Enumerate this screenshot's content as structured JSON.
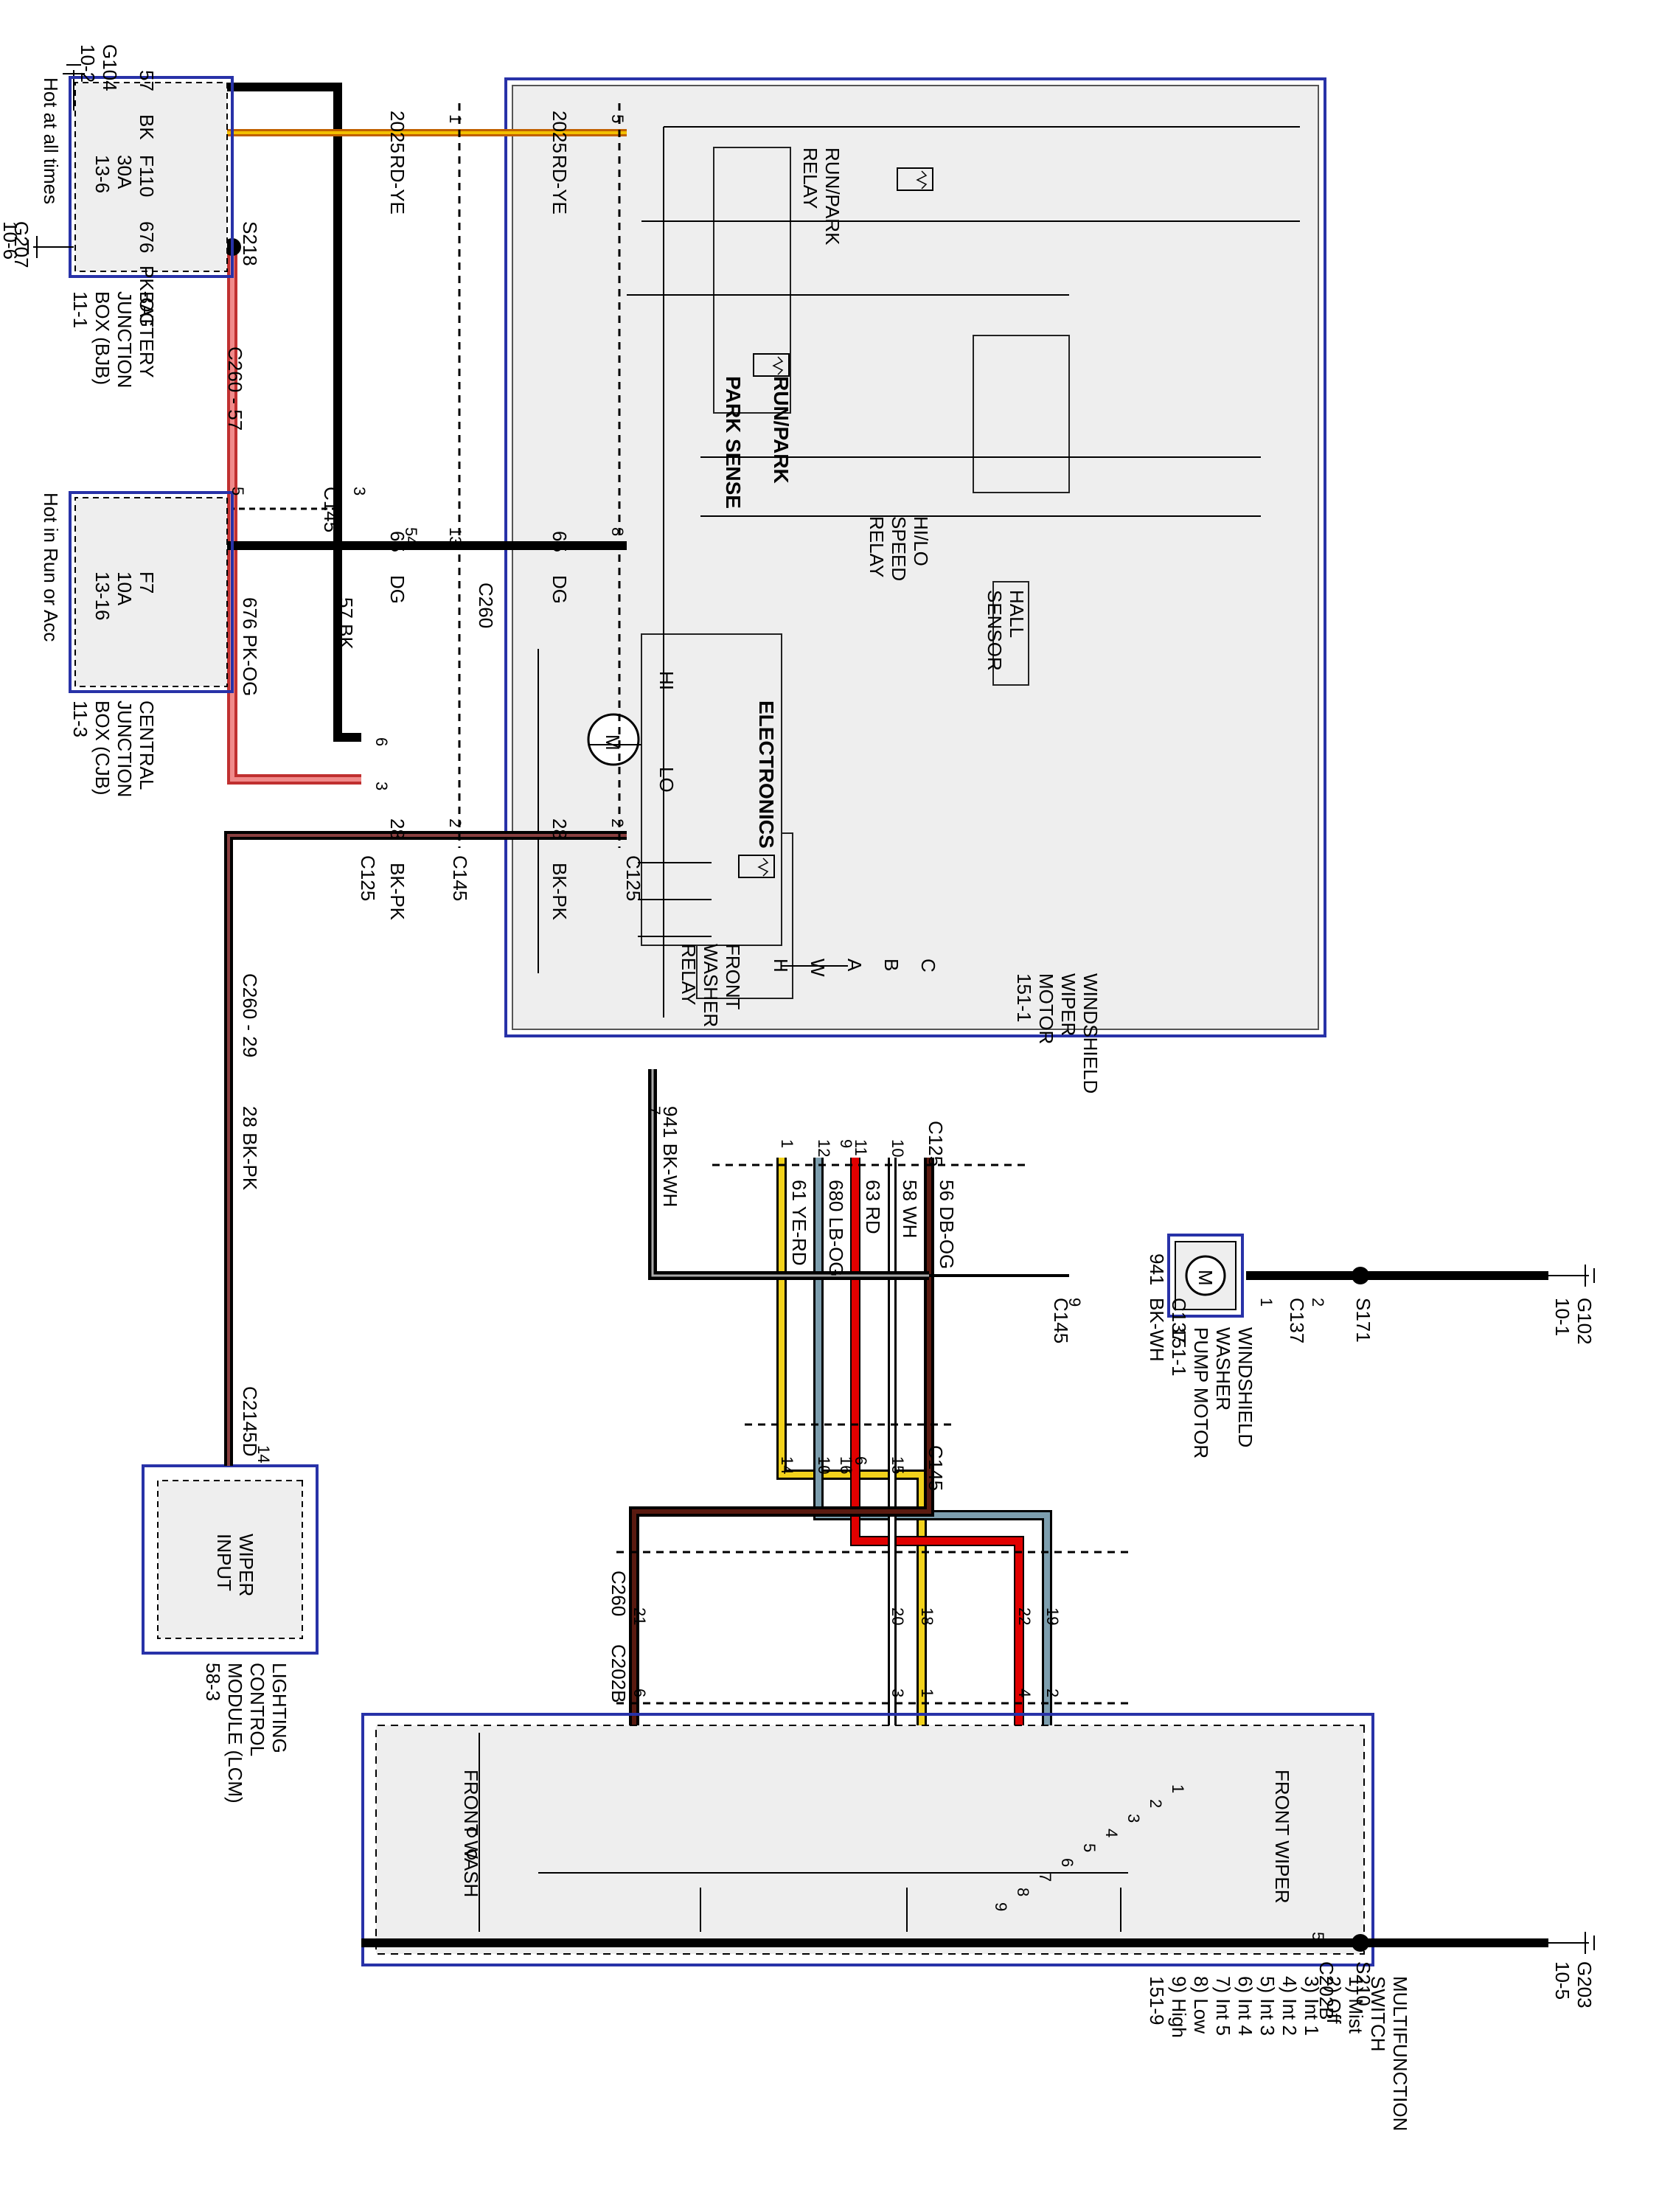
{
  "components": {
    "wiper_motor": {
      "name": [
        "WINDSHIELD",
        "WIPER",
        "MOTOR",
        "151-1"
      ]
    },
    "run_park_relay": [
      "RUN/PARK",
      "RELAY"
    ],
    "hilo_speed_relay": [
      "HI/LO",
      "SPEED",
      "RELAY"
    ],
    "hall_sensor": [
      "HALL",
      "SENSOR"
    ],
    "front_washer_relay": [
      "FRONT",
      "WASHER",
      "RELAY"
    ],
    "electronics": "ELECTRONICS",
    "motor_symbol": "M",
    "motor_hi": "HI",
    "motor_lo": "LO",
    "park_sense": "PARK SENSE",
    "run_park": "RUN/PARK",
    "motor_pins": [
      "H",
      "W",
      "A",
      "B",
      "C"
    ],
    "bjb": {
      "name": [
        "BATTERY",
        "JUNCTION",
        "BOX (BJB)",
        "11-1"
      ],
      "fuse": [
        "F110",
        "30A",
        "13-6"
      ],
      "note": "Hot at all times"
    },
    "cjb": {
      "name": [
        "CENTRAL",
        "JUNCTION",
        "BOX (CJB)",
        "11-3"
      ],
      "fuse": [
        "F7",
        "10A",
        "13-16"
      ],
      "note": "Hot in Run or Acc"
    },
    "lcm": {
      "box": [
        "WIPER",
        "INPUT"
      ],
      "name": [
        "LIGHTING",
        "CONTROL",
        "MODULE (LCM)",
        "58-3"
      ]
    },
    "washer_pump": {
      "symbol": "M",
      "name": [
        "WINDSHIELD",
        "WASHER",
        "PUMP MOTOR",
        "151-1"
      ]
    },
    "mfs": {
      "front_wiper": "FRONT WIPER",
      "front_wash": "FRONT WASH",
      "name": [
        "MULTIFUNCTION",
        "SWITCH"
      ],
      "legend": [
        "1) Mist",
        "2) Off",
        "3) Int 1",
        "4) Int 2",
        "5) Int 3",
        "6) Int 4",
        "7) Int 5",
        "8) Low",
        "9) High"
      ],
      "ref": "151-9",
      "positions": [
        "1",
        "2",
        "3",
        "4",
        "5",
        "6",
        "7",
        "8",
        "9"
      ]
    }
  },
  "grounds": {
    "g104": [
      "G104",
      "10-2"
    ],
    "g207": [
      "G207",
      "10-6"
    ],
    "g102": [
      "G102",
      "10-1"
    ],
    "g203": [
      "G203",
      "10-5"
    ]
  },
  "splices": {
    "s218": "S218",
    "s171": "S171",
    "s210": "S210"
  },
  "wires": {
    "w57_bk": {
      "circuit": "57",
      "color": "BK"
    },
    "w676": {
      "circuit": "676",
      "color": "PK-OG"
    },
    "w676_vert": "676  PK-OG",
    "w57_vert": "57  BK",
    "w2025": {
      "circuit": "2025",
      "color": "RD-YE"
    },
    "w65": {
      "circuit": "65",
      "color": "DG"
    },
    "w28": {
      "circuit": "28",
      "color": "BK-PK"
    },
    "w28_vert": "28  BK-PK",
    "w941_vert": "941  BK-WH",
    "w941": {
      "circuit": "941",
      "color": "BK-WH"
    },
    "bundle": [
      "61  YE-RD",
      "680  LB-OG",
      "63  RD",
      "58  WH",
      "56  DB-OG"
    ]
  },
  "connectors": {
    "c145": "C145",
    "c125": "C125",
    "c260": "C260",
    "c137": "C137",
    "c202b": "C202B",
    "c2145d": "C2145D",
    "c260_57": "C260 - 57",
    "c260_29": "C260 - 29",
    "pins": {
      "p5": "5",
      "p1": "1",
      "p8": "8",
      "p13": "13",
      "p54": "54",
      "p2": "2",
      "p2b": "2",
      "p6": "6",
      "p3": "3",
      "p3b": "3",
      "p5b": "5",
      "p7": "7",
      "p9": "9",
      "p1b": "1",
      "p2c": "2",
      "p14": "14",
      "bundle_c125": [
        "1",
        "12",
        "9",
        "11",
        "10"
      ],
      "bundle_c145": [
        "14",
        "10",
        "16",
        "6",
        "15"
      ],
      "c260_pins": [
        "19",
        "22",
        "18",
        "20",
        "21"
      ],
      "c202b_pins": [
        "2",
        "4",
        "1",
        "3",
        "6"
      ],
      "g_c202b": "5"
    }
  },
  "colors": {
    "black": "#000000",
    "pkog": "#f08a8a",
    "rdye": "#e8962a",
    "yellow": "#f2d21c",
    "lbog": "#7d9eae",
    "red": "#e00000",
    "white": "#ffffff",
    "dbog": "#5a1a10",
    "bkpk": "#6b2c2c",
    "box_border": "#2832a8",
    "box_fill": "#eeeeee"
  }
}
